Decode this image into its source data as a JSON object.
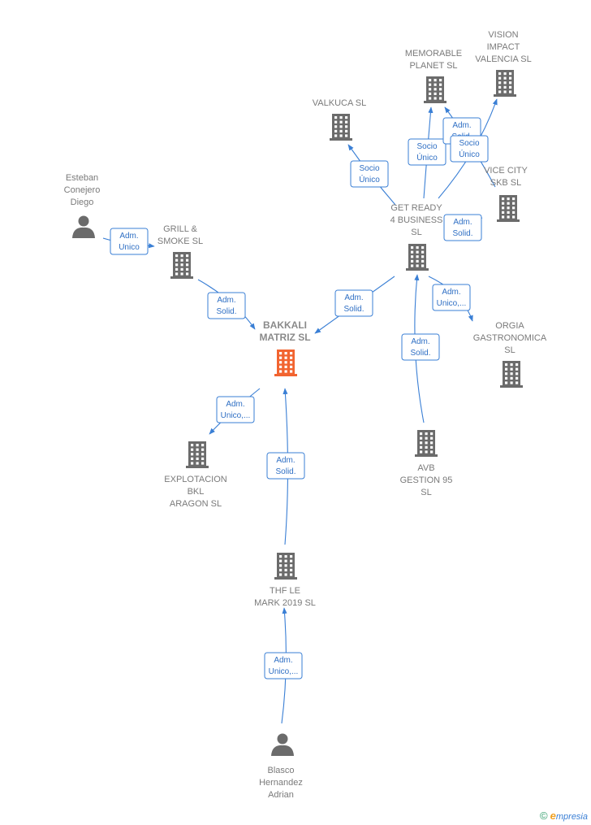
{
  "colors": {
    "edge": "#3a7fd5",
    "building": "#6b6b6b",
    "main_building": "#f26430",
    "person": "#6b6b6b"
  },
  "nodes": [
    {
      "id": "bakkali",
      "kind": "main-building",
      "icon": "building-icon",
      "label_lines": [
        "BAKKALI",
        "MATRIZ  SL"
      ]
    },
    {
      "id": "grill",
      "kind": "building",
      "icon": "building-icon",
      "label_lines": [
        "GRILL &",
        "SMOKE  SL"
      ]
    },
    {
      "id": "esteban",
      "kind": "person",
      "icon": "person-icon",
      "label_lines": [
        "Esteban",
        "Conejero",
        "Diego"
      ]
    },
    {
      "id": "valkuca",
      "kind": "building",
      "icon": "building-icon",
      "label_lines": [
        "VALKUCA  SL"
      ]
    },
    {
      "id": "memorable",
      "kind": "building",
      "icon": "building-icon",
      "label_lines": [
        "MEMORABLE",
        "PLANET  SL"
      ]
    },
    {
      "id": "vision",
      "kind": "building",
      "icon": "building-icon",
      "label_lines": [
        "VISION",
        "IMPACT",
        "VALENCIA  SL"
      ]
    },
    {
      "id": "vicecity",
      "kind": "building",
      "icon": "building-icon",
      "label_lines": [
        "VICE CITY",
        "SKB  SL"
      ]
    },
    {
      "id": "getready",
      "kind": "building",
      "icon": "building-icon",
      "label_lines": [
        "GET READY",
        "4 BUSINESS",
        "SL"
      ]
    },
    {
      "id": "orgia",
      "kind": "building",
      "icon": "building-icon",
      "label_lines": [
        "ORGIA",
        "GASTRONOMICA",
        "SL"
      ]
    },
    {
      "id": "avb",
      "kind": "building",
      "icon": "building-icon",
      "label_lines": [
        "AVB",
        "GESTION 95",
        "SL"
      ]
    },
    {
      "id": "explotacion",
      "kind": "building",
      "icon": "building-icon",
      "label_lines": [
        "EXPLOTACION",
        "BKL",
        "ARAGON  SL"
      ]
    },
    {
      "id": "thf",
      "kind": "building",
      "icon": "building-icon",
      "label_lines": [
        "THF LE",
        "MARK 2019  SL"
      ]
    },
    {
      "id": "blasco",
      "kind": "person",
      "icon": "person-icon",
      "label_lines": [
        "Blasco",
        "Hernandez",
        "Adrian"
      ]
    }
  ],
  "edges": [
    {
      "id": "esteban-grill",
      "label_lines": [
        "Adm.",
        "Unico"
      ]
    },
    {
      "id": "grill-bakkali",
      "label_lines": [
        "Adm.",
        "Solid."
      ]
    },
    {
      "id": "getready-bakkali",
      "label_lines": [
        "Adm.",
        "Solid."
      ]
    },
    {
      "id": "getready-valkuca",
      "label_lines": [
        "Socio",
        "Único"
      ]
    },
    {
      "id": "getready-memorable",
      "label_lines": [
        "Socio",
        "Único"
      ]
    },
    {
      "id": "vicecity-memorable",
      "label_lines": [
        "Adm.",
        "Solid."
      ]
    },
    {
      "id": "getready-vision",
      "label_lines": [
        "Socio",
        "Único"
      ]
    },
    {
      "id": "vicecity-getready",
      "label_lines": [
        "Adm.",
        "Solid."
      ]
    },
    {
      "id": "getready-orgia",
      "label_lines": [
        "Adm.",
        "Unico,..."
      ]
    },
    {
      "id": "avb-getready",
      "label_lines": [
        "Adm.",
        "Solid."
      ]
    },
    {
      "id": "bakkali-explotacion",
      "label_lines": [
        "Adm.",
        "Unico,..."
      ]
    },
    {
      "id": "thf-bakkali",
      "label_lines": [
        "Adm.",
        "Solid."
      ]
    },
    {
      "id": "blasco-thf",
      "label_lines": [
        "Adm.",
        "Unico,..."
      ]
    }
  ],
  "brand": {
    "copyright": "©",
    "first_letter": "e",
    "rest": "mpresia"
  }
}
